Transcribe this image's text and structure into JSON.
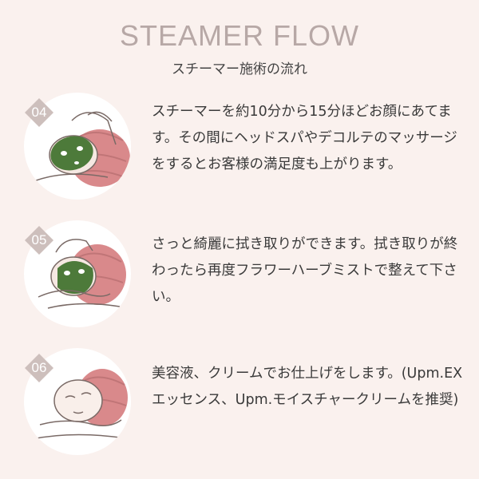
{
  "header": {
    "title": "STEAMER FLOW",
    "subtitle": "スチーマー施術の流れ"
  },
  "colors": {
    "background": "#faf1ee",
    "badge": "#cdbfbc",
    "towel": "#d9898b",
    "mask": "#4d7a3a"
  },
  "steps": [
    {
      "number": "04",
      "text": "スチーマーを約10分から15分ほどお顔にあてます。その間にヘッドスパやデコルテのマッサージをするとお客様の満足度も上がります。"
    },
    {
      "number": "05",
      "text": "さっと綺麗に拭き取りができます。拭き取りが終わったら再度フラワーハーブミストで整えて下さい。"
    },
    {
      "number": "06",
      "text": "美容液、クリームでお仕上げをします。(Upm.EXエッセンス、Upm.モイスチャークリームを推奨)"
    }
  ]
}
